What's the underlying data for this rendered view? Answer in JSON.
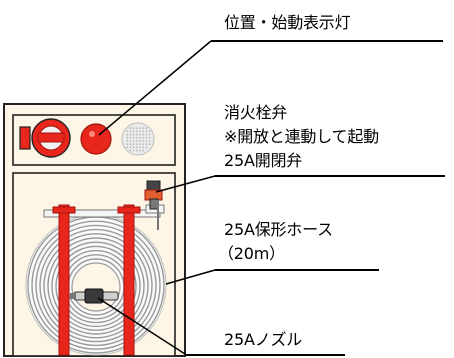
{
  "labels": {
    "indicator_lamp": "位置・始動表示灯",
    "valve_line1": "消火栓弁",
    "valve_line2": "※開放と連動して起動",
    "valve_line3": "25A開閉弁",
    "hose_line1": "25A保形ホース",
    "hose_line2": "（20m）",
    "nozzle": "25Aノズル"
  },
  "colors": {
    "cabinet_fill": "#fdf6e6",
    "red": "#e8261c",
    "dark_red": "#a31510",
    "outline": "#222222",
    "hose_gray": "#9a9a9a",
    "valve": "#e06030"
  }
}
